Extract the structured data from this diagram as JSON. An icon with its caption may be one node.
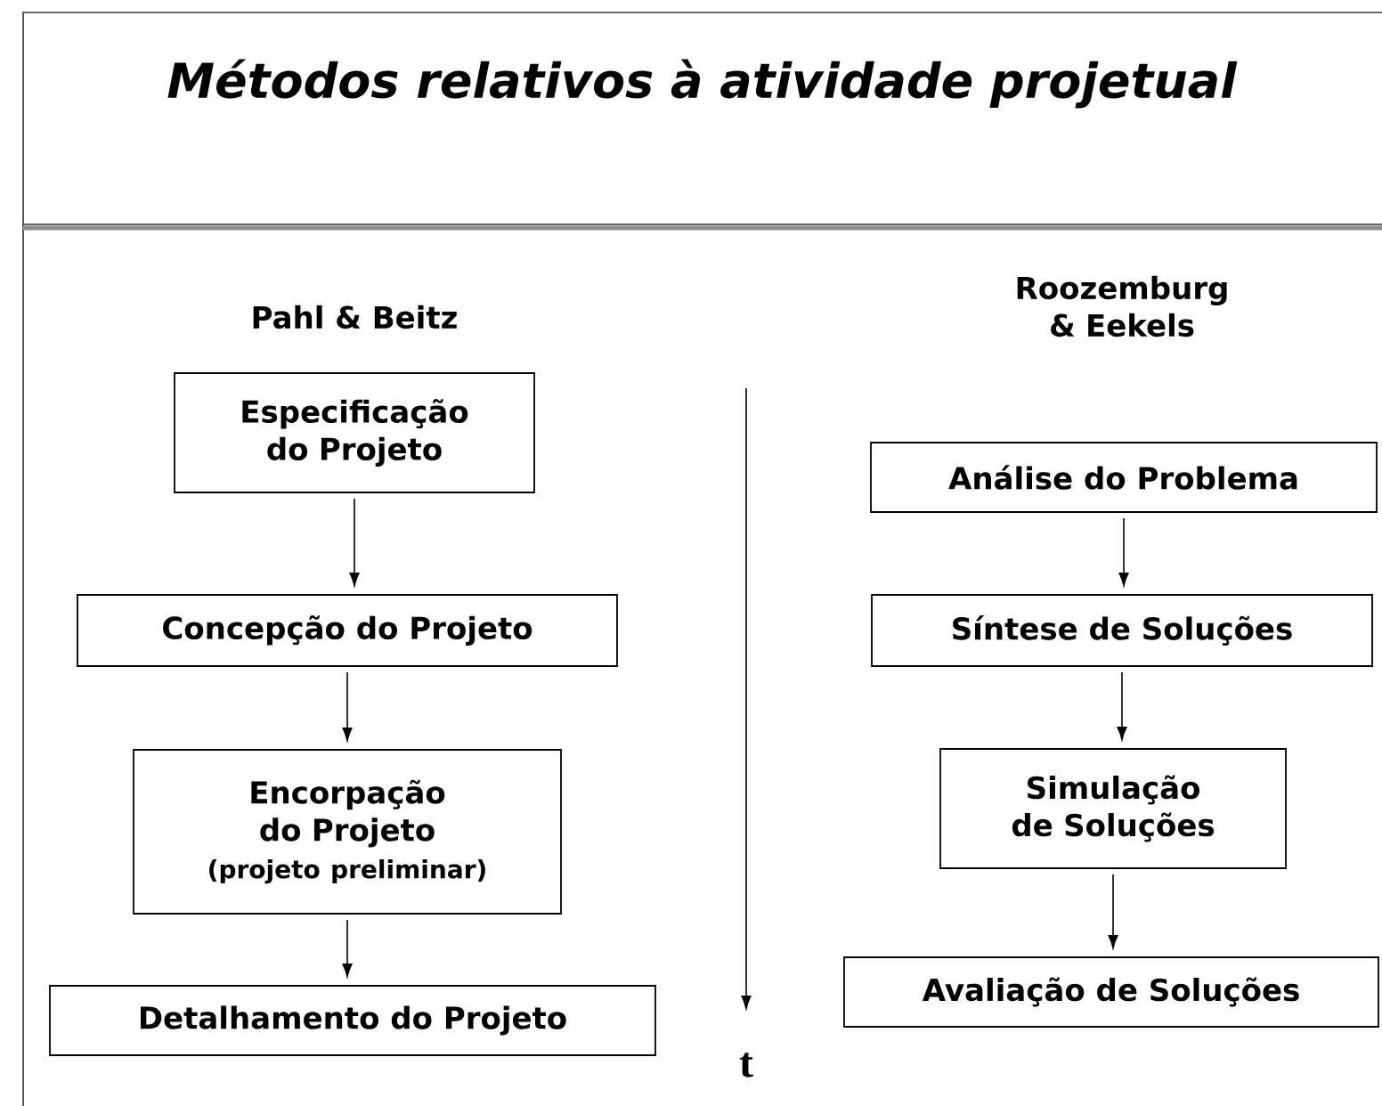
{
  "diagram": {
    "title": "Métodos relativos à atividade projetual",
    "nodes": [
      {
        "text": [
          "Especificação do Projeto"
        ]
      },
      {
        "text": [
          "Concepção do Projeto"
        ]
      },
      {
        "text": [
          "Encorpação do Projeto",
          "(projeto preliminar)"
        ]
      },
      {
        "text": [
          "Detalhamento do Projeto"
        ]
      },
      {
        "text": [
          "Análise do Problema"
        ]
      },
      {
        "text": [
          "Síntese de Soluções"
        ]
      },
      {
        "text": [
          "Simulação de Soluções"
        ]
      },
      {
        "text": [
          "Avaliação de Soluções"
        ]
      }
    ],
    "edges": [
      {
        "from": 0,
        "to": 1,
        "arrow": "to"
      },
      {
        "from": 1,
        "to": 2,
        "arrow": "to"
      },
      {
        "from": 2,
        "to": 3,
        "arrow": "to"
      },
      {
        "from": 4,
        "to": 5,
        "arrow": "to"
      },
      {
        "from": 5,
        "to": 6,
        "arrow": "to"
      },
      {
        "from": 6,
        "to": 7,
        "arrow": "to"
      }
    ],
    "labels": [
      "Pahl & Beitz",
      "Roozemburg & Eekels",
      "t"
    ]
  }
}
